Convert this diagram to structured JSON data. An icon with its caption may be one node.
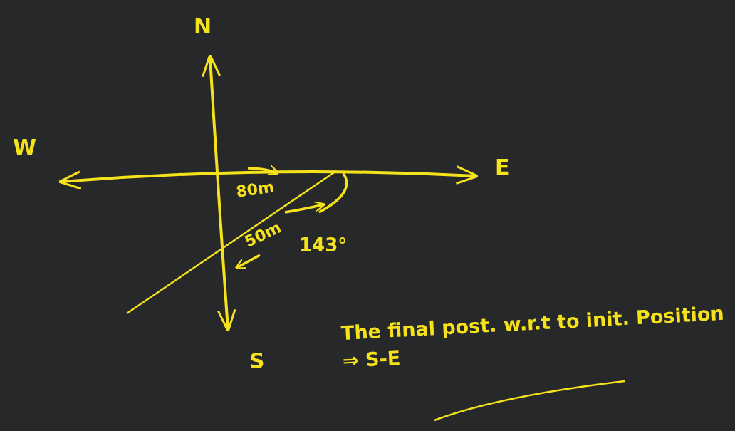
{
  "diagram": {
    "labels": [
      "N",
      "W",
      "E",
      "80m",
      "50m",
      "143°",
      "S",
      "The final post. w.r.t to init. Position ⇒ S-E"
    ]
  }
}
